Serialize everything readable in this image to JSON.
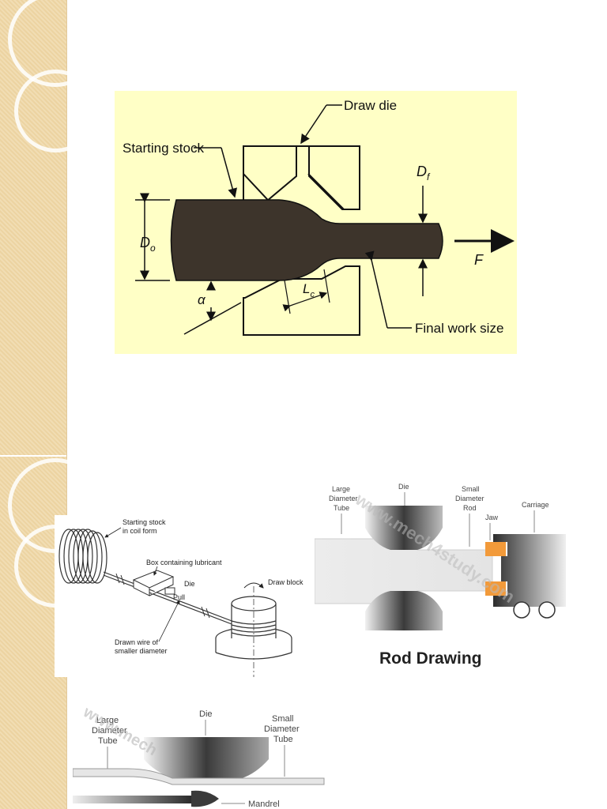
{
  "draw_die": {
    "die_label": "Draw die",
    "stock_label": "Starting stock",
    "d0_label": "D",
    "d0_sub": "o",
    "df_label": "D",
    "df_sub": "f",
    "force_label": "F",
    "alpha_label": "α",
    "lc_label": "L",
    "lc_sub": "c",
    "final_label": "Final work size"
  },
  "wire": {
    "coil_label_1": "Starting stock",
    "coil_label_2": "in coil form",
    "box_label": "Box containing lubricant",
    "die_label": "Die",
    "pull_label": "Pull",
    "wire_label_1": "Drawn wire of",
    "wire_label_2": "smaller diameter",
    "block_label": "Draw block"
  },
  "rod": {
    "large_1": "Large",
    "large_2": "Diameter",
    "large_3": "Tube",
    "die": "Die",
    "small_1": "Small",
    "small_2": "Diameter",
    "small_3": "Rod",
    "jaw": "Jaw",
    "carriage": "Carriage",
    "title": "Rod Drawing",
    "watermark": "www.mech4study.com"
  },
  "tube": {
    "large_1": "Large",
    "large_2": "Diameter",
    "large_3": "Tube",
    "die": "Die",
    "small_1": "Small",
    "small_2": "Diameter",
    "small_3": "Tube",
    "mandrel": "Mandrel",
    "watermark": "www.mech"
  }
}
